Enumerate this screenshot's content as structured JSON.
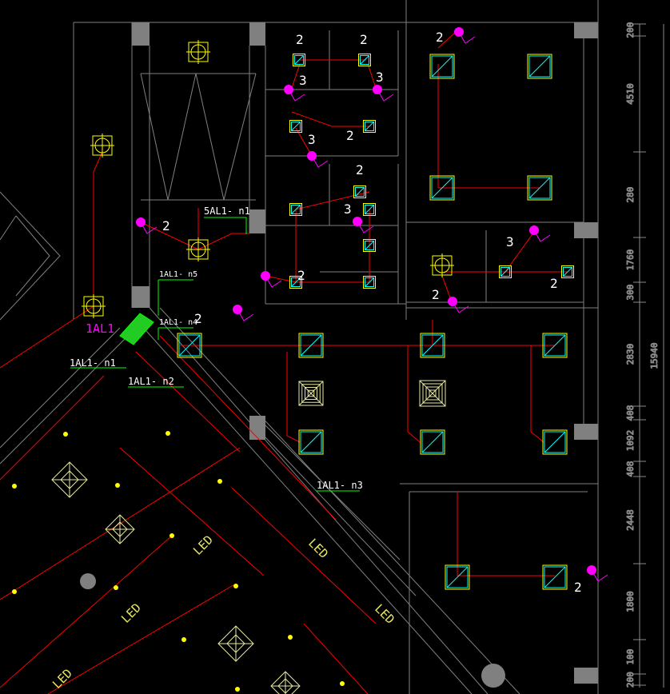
{
  "panel_label": "1AL1",
  "circuit_labels": {
    "c5n1": "5AL1- n1",
    "n5": "1AL1- n5",
    "n4": "1AL1- n4",
    "n1": "1AL1- n1",
    "n2": "1AL1- n2",
    "n3": "1AL1- n3"
  },
  "led_label": "LED",
  "switch_counts": [
    "2",
    "3"
  ],
  "dimensions": {
    "segments": [
      "200",
      "4510",
      "280",
      "1760",
      "300",
      "2830",
      "408",
      "1092",
      "408",
      "2448",
      "1800",
      "100",
      "200"
    ],
    "total": "15940"
  },
  "colors": {
    "wall": "#808080",
    "wire": "#ff0000",
    "fixture": "#ffff00",
    "fixture_inner": "#00ffff",
    "switch": "#ff00ff",
    "circuit_line": "#00ff00"
  }
}
